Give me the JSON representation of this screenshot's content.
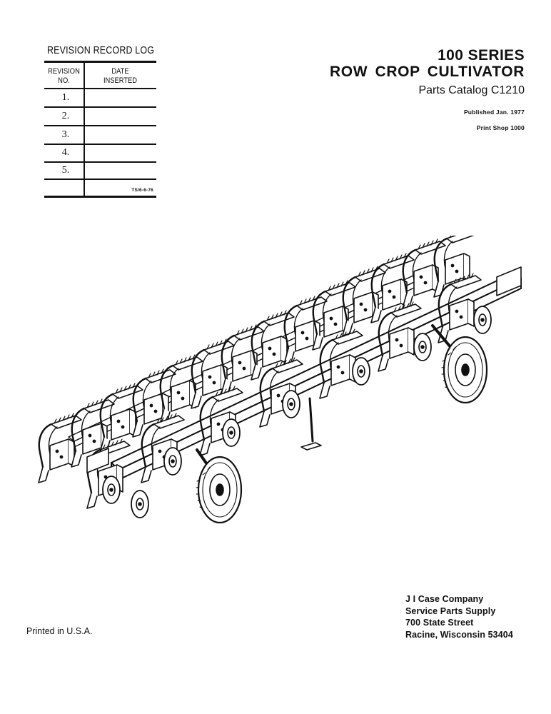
{
  "revision_log": {
    "title": "REVISION RECORD LOG",
    "col_revision": [
      "REVISION",
      "NO."
    ],
    "col_date": [
      "DATE",
      "INSERTED"
    ],
    "rows": [
      "1.",
      "2.",
      "3.",
      "4.",
      "5.",
      ""
    ],
    "form_code": "TS/6-6-76"
  },
  "header": {
    "series": "100 SERIES",
    "product": "ROW CROP CULTIVATOR",
    "catalog": "Parts Catalog C1210",
    "published": "Published Jan. 1977",
    "print_shop": "Print Shop 1000"
  },
  "footer": {
    "printed": "Printed in U.S.A.",
    "company": "J I Case Company",
    "department": "Service Parts Supply",
    "street": "700 State Street",
    "city": "Racine, Wisconsin 53404"
  }
}
